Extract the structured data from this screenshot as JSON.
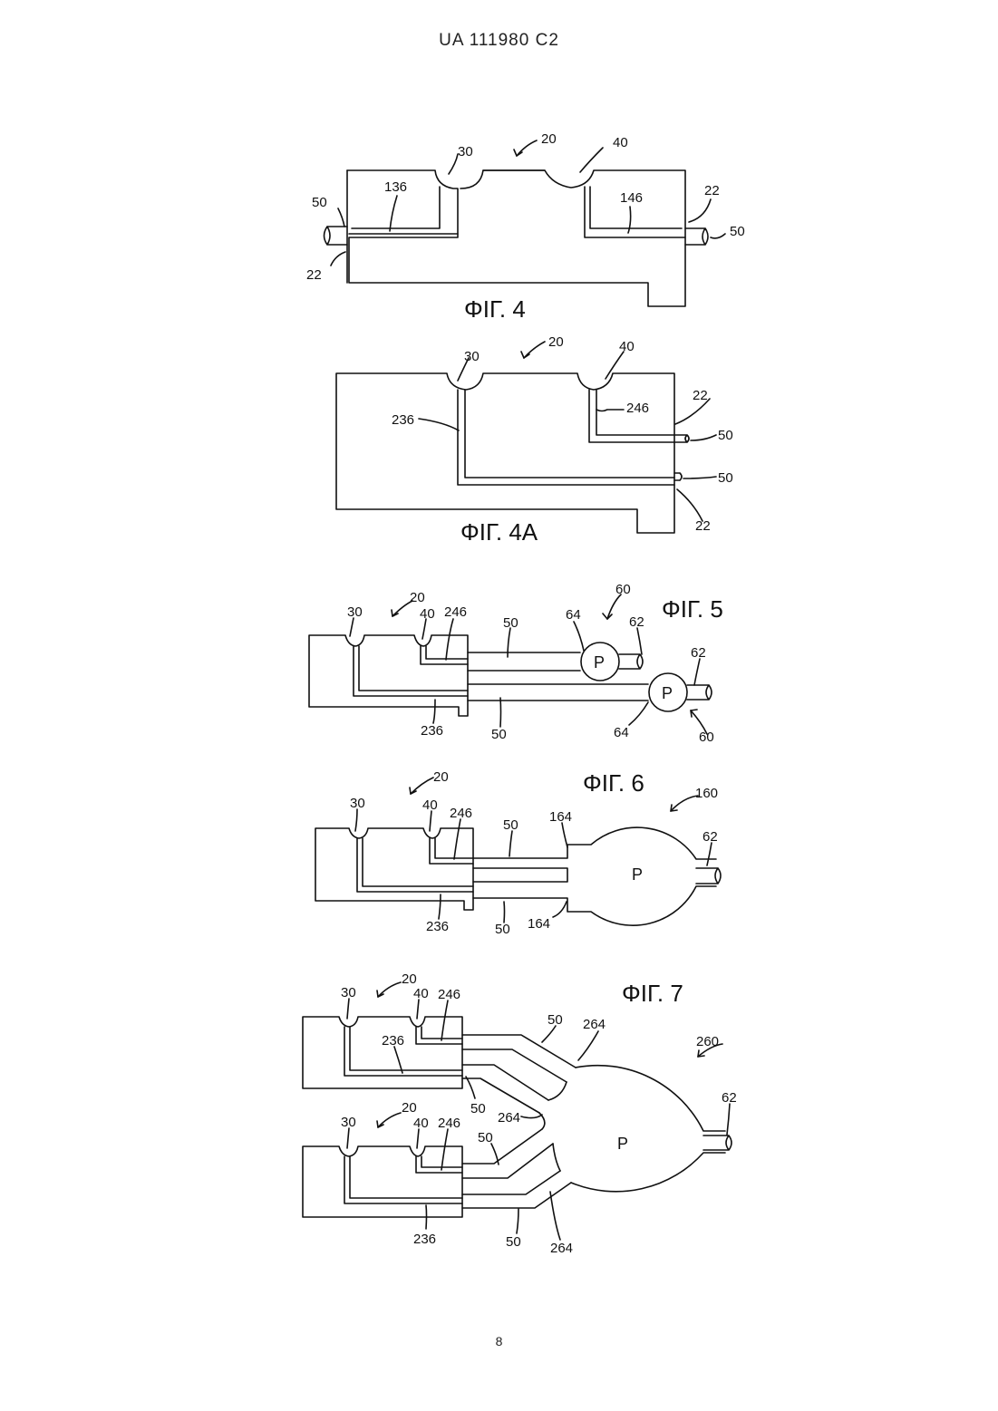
{
  "header": "UA   111980   C2",
  "page_number": "8",
  "figures": {
    "fig4": {
      "caption": "ΦІГ. 4",
      "labels": {
        "n20": "20",
        "n30": "30",
        "n40": "40",
        "n136": "136",
        "n146": "146",
        "n50a": "50",
        "n50b": "50",
        "n22a": "22",
        "n22b": "22"
      }
    },
    "fig4a": {
      "caption": "ΦІГ. 4А",
      "labels": {
        "n20": "20",
        "n30": "30",
        "n40": "40",
        "n246": "246",
        "n236": "236",
        "n22a": "22",
        "n22b": "22",
        "n50a": "50",
        "n50b": "50"
      }
    },
    "fig5": {
      "caption": "ΦІГ. 5",
      "labels": {
        "n20": "20",
        "n30": "30",
        "n40": "40",
        "n246": "246",
        "n236": "236",
        "n50a": "50",
        "n50b": "50",
        "n60a": "60",
        "n60b": "60",
        "n62a": "62",
        "n62b": "62",
        "n64a": "64",
        "n64b": "64",
        "p1": "P",
        "p2": "P"
      }
    },
    "fig6": {
      "caption": "ΦІГ. 6",
      "labels": {
        "n20": "20",
        "n30": "30",
        "n40": "40",
        "n246": "246",
        "n236": "236",
        "n50a": "50",
        "n50b": "50",
        "n164a": "164",
        "n164b": "164",
        "n160": "160",
        "n62": "62",
        "p": "P"
      }
    },
    "fig7": {
      "caption": "ΦІГ. 7",
      "labels": {
        "n20a": "20",
        "n20b": "20",
        "n30a": "30",
        "n30b": "30",
        "n40a": "40",
        "n40b": "40",
        "n246a": "246",
        "n246b": "246",
        "n236a": "236",
        "n236b": "236",
        "n50a": "50",
        "n50b": "50",
        "n50c": "50",
        "n50d": "50",
        "n264a": "264",
        "n264b": "264",
        "n264c": "264",
        "n260": "260",
        "n62": "62",
        "p": "P"
      }
    }
  }
}
